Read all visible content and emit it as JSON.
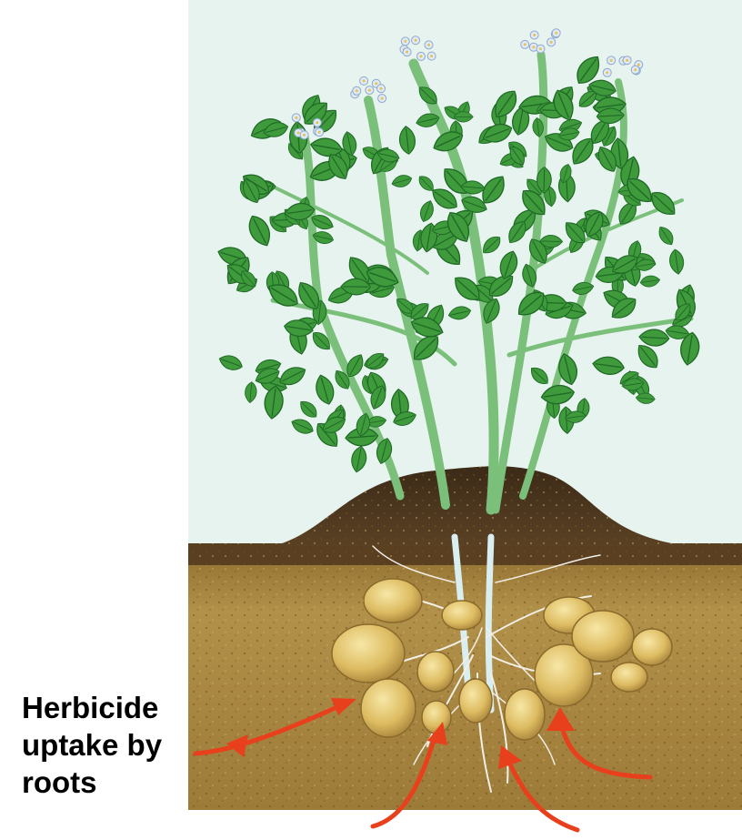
{
  "annotation": {
    "lines": [
      "Herbicide",
      "uptake by",
      "roots"
    ]
  },
  "colors": {
    "sky": "#e7f3ee",
    "arrow": "#e8401c",
    "leaf": "#3f9a3c",
    "leaf_dark": "#2a7a30",
    "stem": "#7bc07a",
    "flower": "#dfeaf8",
    "mound_soil": "#4a3520",
    "deep_soil": "#a4823d",
    "tuber": "#e3c66e",
    "root": "#f2efe6",
    "text": "#000000"
  },
  "icons": [
    "potato-plant-illustration",
    "arrow-icon"
  ]
}
